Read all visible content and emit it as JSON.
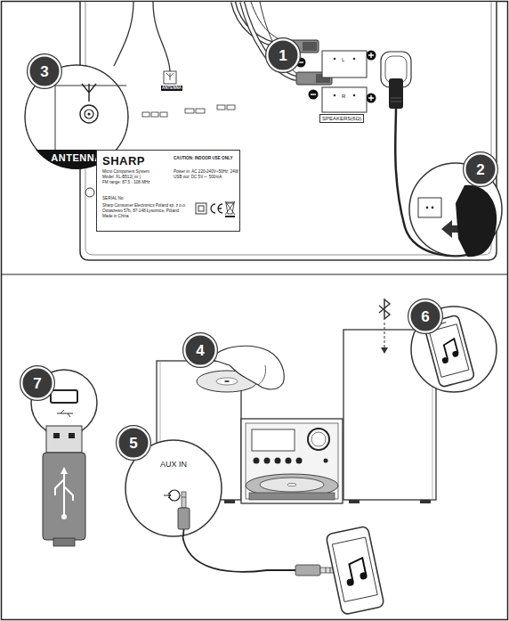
{
  "diagram": {
    "nodes": [
      {
        "text": [
          "3"
        ]
      },
      {
        "text": [
          "1"
        ]
      },
      {
        "text": [
          "ANTENNA"
        ]
      },
      {
        "text": [
          "L",
          "R",
          "SPEAKERS(6Ω)"
        ]
      },
      {
        "text": [
          "SHARP",
          "CAUTION: INDOOR USE ONLY",
          "Micro Component System",
          "Power in: AC 220-240V~50Hz, 24W",
          "Model: XL-B512( xx )",
          "USB out: DC 5V ⎓ 500mA",
          "FM range: 87.5 - 108 MHz",
          "SERIAL No.",
          "Sharp Consumer Electronics Poland sp. z o.o.",
          "Ostaszewo 57b, 87-148 Łysomice, Poland",
          "Made in China"
        ]
      },
      {
        "text": [
          "2"
        ]
      },
      {
        "text": [
          "6"
        ]
      },
      {
        "text": [
          "4"
        ]
      },
      {
        "text": [
          "7"
        ]
      },
      {
        "text": [
          "5"
        ]
      },
      {
        "text": [
          "AUX IN"
        ]
      }
    ],
    "labels": [
      "ANTENNA"
    ]
  }
}
